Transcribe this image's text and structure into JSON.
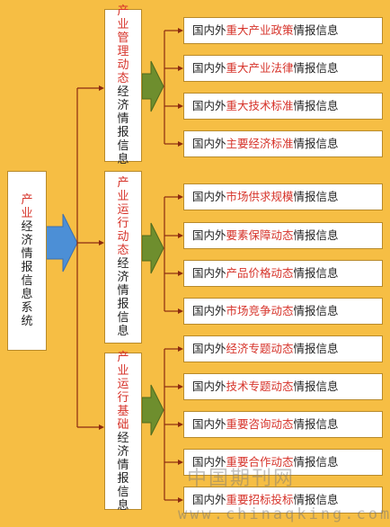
{
  "root": {
    "chars_red": [
      "产",
      "业"
    ],
    "chars_black": [
      "经",
      "济",
      "情",
      "报",
      "信",
      "息",
      "系",
      "统"
    ]
  },
  "groups": [
    {
      "chars_red": [
        "产",
        "业",
        "管",
        "理",
        "动",
        "态"
      ],
      "chars_black": [
        "经",
        "济",
        "情",
        "报",
        "信",
        "息"
      ],
      "items": [
        {
          "prefix": "国内外",
          "hl": "重大产业政策",
          "suffix": "情报信息"
        },
        {
          "prefix": "国内外",
          "hl": "重大产业法律",
          "suffix": "情报信息"
        },
        {
          "prefix": "国内外",
          "hl": "重大技术标准",
          "suffix": "情报信息"
        },
        {
          "prefix": "国内外",
          "hl": "主要经济标准",
          "suffix": "情报信息"
        }
      ]
    },
    {
      "chars_red": [
        "产",
        "业",
        "运",
        "行",
        "动",
        "态"
      ],
      "chars_black": [
        "经",
        "济",
        "情",
        "报",
        "信",
        "息"
      ],
      "items": [
        {
          "prefix": "国内外",
          "hl": "市场供求规模",
          "suffix": "情报信息"
        },
        {
          "prefix": "国内外",
          "hl": "要素保障动态",
          "suffix": "情报信息"
        },
        {
          "prefix": "国内外",
          "hl": "产品价格动态",
          "suffix": "情报信息"
        },
        {
          "prefix": "国内外",
          "hl": "市场竞争动态",
          "suffix": "情报信息"
        }
      ]
    },
    {
      "chars_red": [
        "产",
        "业",
        "运",
        "行",
        "基",
        "础"
      ],
      "chars_black": [
        "经",
        "济",
        "情",
        "报",
        "信",
        "息"
      ],
      "items": [
        {
          "prefix": "国内外",
          "hl": "经济专题动态",
          "suffix": "情报信息"
        },
        {
          "prefix": "国内外",
          "hl": "技术专题动态",
          "suffix": "情报信息"
        },
        {
          "prefix": "国内外",
          "hl": "重要咨询动态",
          "suffix": "情报信息"
        },
        {
          "prefix": "国内外",
          "hl": "重要合作动态",
          "suffix": "情报信息"
        },
        {
          "prefix": "国内外",
          "hl": "重要招标投标",
          "suffix": "情报信息"
        }
      ]
    }
  ],
  "watermark": {
    "line1": "中国期刊网",
    "line2": "www.chinaqking.com"
  },
  "colors": {
    "background": "#f6be44",
    "accent_red": "#d6332a",
    "line": "#8b2a10",
    "arrow_blue": "#4c8fd6",
    "arrow_green": "#6e8e2e"
  }
}
